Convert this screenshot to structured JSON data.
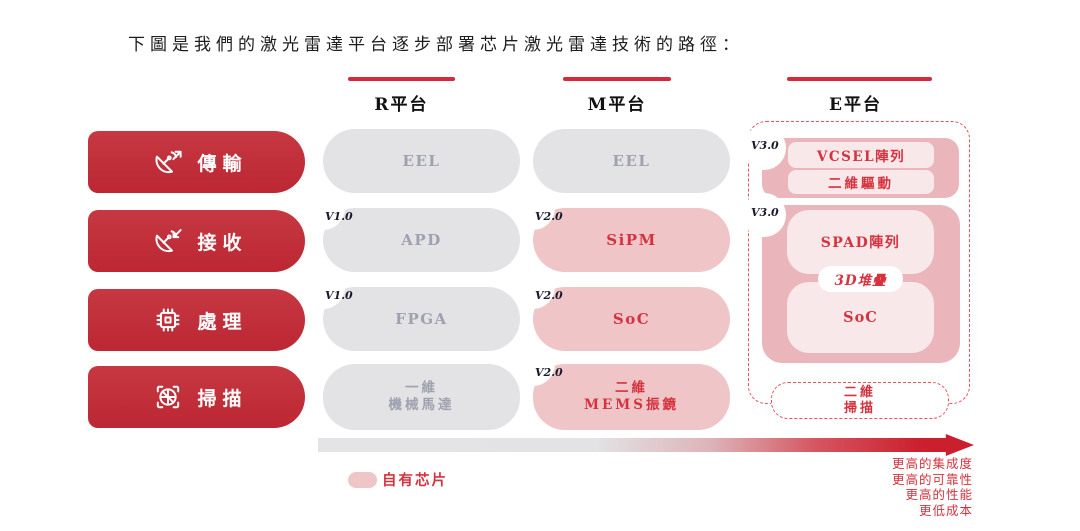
{
  "title": "下圖是我們的激光雷達平台逐步部署芯片激光雷達技術的路徑：",
  "platforms": {
    "r": {
      "label": "R平台"
    },
    "m": {
      "label": "M平台"
    },
    "e": {
      "label": "E平台"
    }
  },
  "rows": [
    {
      "label": "傳輸",
      "icon": "satellite-transmit-icon"
    },
    {
      "label": "接收",
      "icon": "satellite-receive-icon"
    },
    {
      "label": "處理",
      "icon": "chip-icon"
    },
    {
      "label": "掃描",
      "icon": "scan-icon"
    }
  ],
  "cells": {
    "r": [
      {
        "lines": [
          "EEL"
        ]
      },
      {
        "lines": [
          "APD"
        ],
        "version": "V1.0"
      },
      {
        "lines": [
          "FPGA"
        ],
        "version": "V1.0"
      },
      {
        "lines": [
          "一維",
          "機械馬達"
        ]
      }
    ],
    "m": [
      {
        "lines": [
          "EEL"
        ]
      },
      {
        "lines": [
          "SiPM"
        ],
        "version": "V2.0"
      },
      {
        "lines": [
          "SoC"
        ],
        "version": "V2.0"
      },
      {
        "lines": [
          "二維",
          "MEMS振鏡"
        ],
        "version": "V2.0"
      }
    ],
    "e": {
      "transmit_block": {
        "version": "V3.0",
        "items": [
          "VCSEL陣列",
          "二維驅動"
        ]
      },
      "receive_process_block": {
        "version": "V3.0",
        "top": "SPAD陣列",
        "middle": "3D堆疊",
        "bottom": "SoC"
      },
      "scan_pill": {
        "lines": [
          "二維",
          "掃描"
        ]
      }
    }
  },
  "legend": {
    "label": "自有芯片"
  },
  "arrow": {
    "labels": [
      "更高的集成度",
      "更高的可靠性",
      "更高的性能",
      "更低成本"
    ]
  },
  "colors": {
    "brand_red": "#C2303B",
    "accent_red": "#D5323E",
    "header_line_red": "#D6293B",
    "pink_fill": "#EFC5C8",
    "pink_block": "#EAB6BB",
    "pink_light": "#F8E8EA",
    "gray_fill": "#E3E3E5",
    "gray_text": "#9EA2AF",
    "dashed_border": "#E8505C",
    "arrow_end_red": "#CB1F2D"
  }
}
